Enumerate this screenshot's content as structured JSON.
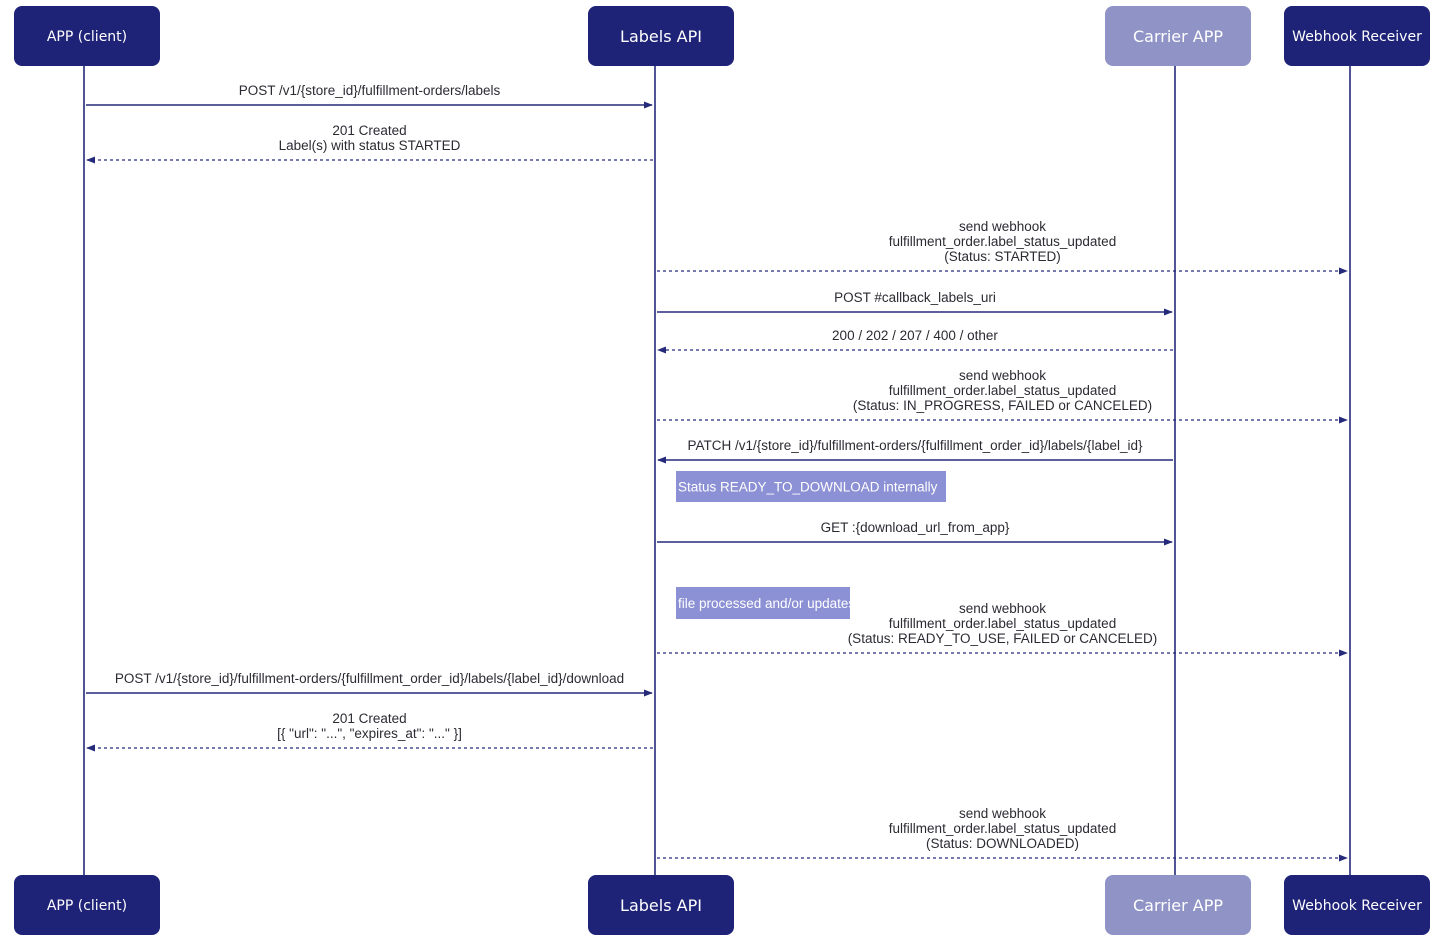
{
  "colors": {
    "primary": "#1e2378",
    "secondary": "#8f93c6",
    "line": "#252a7a",
    "note": "#8c90d4",
    "text": "#2b2b33"
  },
  "participants": [
    {
      "id": "app",
      "label": "APP (client)",
      "style": "primary"
    },
    {
      "id": "labels",
      "label": "Labels API",
      "style": "primary"
    },
    {
      "id": "carrier",
      "label": "Carrier APP",
      "style": "secondary"
    },
    {
      "id": "webhook",
      "label": "Webhook Receiver",
      "style": "primary"
    }
  ],
  "messages": [
    {
      "from": "app",
      "to": "labels",
      "kind": "solid",
      "lines": [
        "POST /v1/{store_id}/fulfillment-orders/labels"
      ]
    },
    {
      "from": "labels",
      "to": "app",
      "kind": "dashed",
      "lines": [
        "201 Created",
        "Label(s) with status STARTED"
      ]
    },
    {
      "from": "labels",
      "to": "webhook",
      "kind": "dashed",
      "lines": [
        "send webhook",
        "fulfillment_order.label_status_updated",
        "(Status: STARTED)"
      ]
    },
    {
      "from": "labels",
      "to": "carrier",
      "kind": "solid",
      "lines": [
        "POST #callback_labels_uri"
      ]
    },
    {
      "from": "carrier",
      "to": "labels",
      "kind": "dashed",
      "lines": [
        "200 / 202 / 207 / 400 / other"
      ]
    },
    {
      "from": "labels",
      "to": "webhook",
      "kind": "dashed",
      "lines": [
        "send webhook",
        "fulfillment_order.label_status_updated",
        "(Status: IN_PROGRESS, FAILED or CANCELED)"
      ]
    },
    {
      "from": "carrier",
      "to": "labels",
      "kind": "solid",
      "lines": [
        "PATCH /v1/{store_id}/fulfillment-orders/{fulfillment_order_id}/labels/{label_id}"
      ]
    },
    {
      "from": "labels",
      "to": "carrier",
      "kind": "solid",
      "lines": [
        "GET :{download_url_from_app}"
      ]
    },
    {
      "from": "labels",
      "to": "webhook",
      "kind": "dashed",
      "lines": [
        "send webhook",
        "fulfillment_order.label_status_updated",
        "(Status: READY_TO_USE, FAILED or CANCELED)"
      ]
    },
    {
      "from": "app",
      "to": "labels",
      "kind": "solid",
      "lines": [
        "POST /v1/{store_id}/fulfillment-orders/{fulfillment_order_id}/labels/{label_id}/download"
      ]
    },
    {
      "from": "labels",
      "to": "app",
      "kind": "dashed",
      "lines": [
        "201 Created",
        "[{ \"url\": \"...\", \"expires_at\": \"...\" }]"
      ]
    },
    {
      "from": "labels",
      "to": "webhook",
      "kind": "dashed",
      "lines": [
        "send webhook",
        "fulfillment_order.label_status_updated",
        "(Status: DOWNLOADED)"
      ]
    }
  ],
  "notes": [
    {
      "text": "Status READY_TO_DOWNLOAD internally"
    },
    {
      "text": "file processed and/or updates"
    }
  ]
}
